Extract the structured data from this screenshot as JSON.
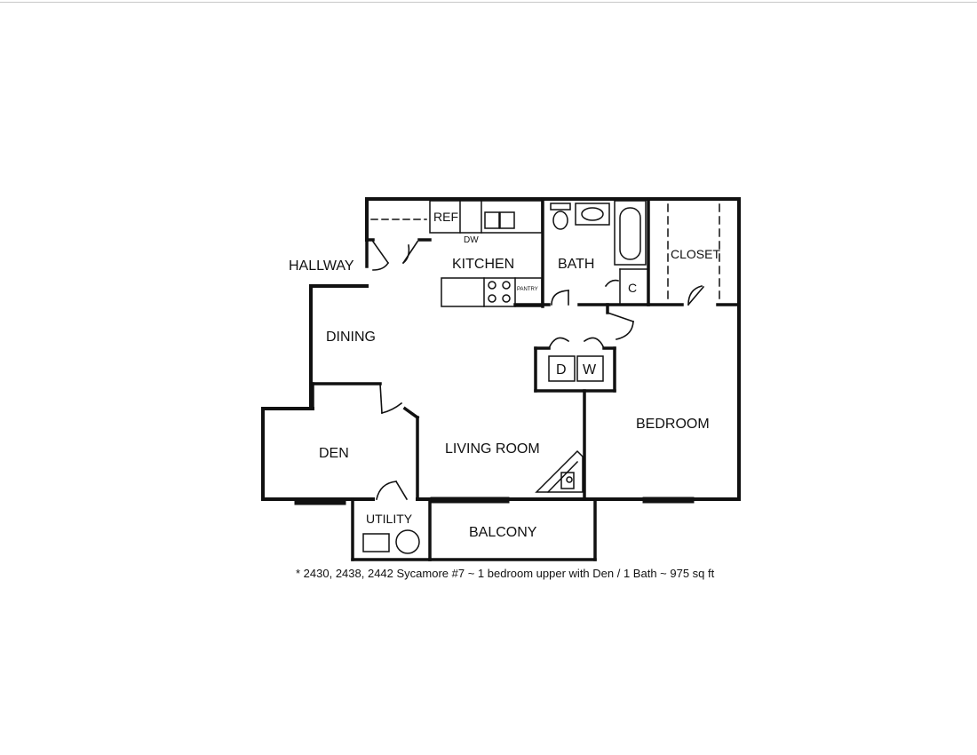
{
  "rooms": {
    "hallway": "HALLWAY",
    "kitchen": "KITCHEN",
    "bath": "BATH",
    "closet": "CLOSET",
    "dining": "DINING",
    "den": "DEN",
    "living_room": "LIVING ROOM",
    "bedroom": "BEDROOM",
    "utility": "UTILITY",
    "balcony": "BALCONY"
  },
  "fixtures": {
    "ref": "REF",
    "dw": "DW",
    "pantry": "PANTRY",
    "closet_c": "C",
    "dryer": "D",
    "washer": "W"
  },
  "caption": {
    "prefix": "* 2430, 2438, 2442 Sycamore #7",
    "separator1": " ~ ",
    "unit": "1 bedroom upper with Den / 1 Bath",
    "separator2": " ~ ",
    "area": "975 sq ft"
  }
}
